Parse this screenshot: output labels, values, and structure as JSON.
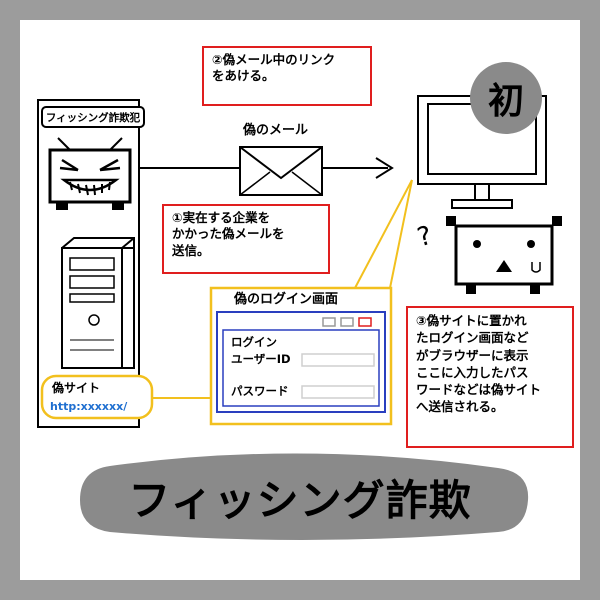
{
  "badge": {
    "label": "初"
  },
  "criminal": {
    "label": "フィッシング詐欺犯"
  },
  "mail": {
    "label": "偽のメール"
  },
  "step1": {
    "lines": [
      "①実在する企業を",
      "かかった偽メールを",
      "送信。"
    ]
  },
  "step2": {
    "lines": [
      "②偽メール中のリンク",
      "をあける。"
    ]
  },
  "step3": {
    "lines": [
      "③偽サイトに置かれ",
      "たログイン画面など",
      "がブラウザーに表示",
      "ここに入力したパス",
      "ワードなどは偽サイト",
      "へ送信される。"
    ]
  },
  "fake_site": {
    "label": "偽サイト",
    "url": "http:xxxxxx/"
  },
  "login_panel": {
    "title": "偽のログイン画面",
    "heading": "ログイン",
    "user_label": "ユーザーID",
    "password_label": "パスワード"
  },
  "victim": {
    "question": "?"
  },
  "banner": {
    "title": "フィッシング詐欺"
  },
  "colors": {
    "red": "#e01e1e",
    "yellow": "#f2c01e",
    "blue": "#2a3fbf",
    "banner_bg": "#8a8a8a",
    "border_grey": "#9c9c9c"
  }
}
